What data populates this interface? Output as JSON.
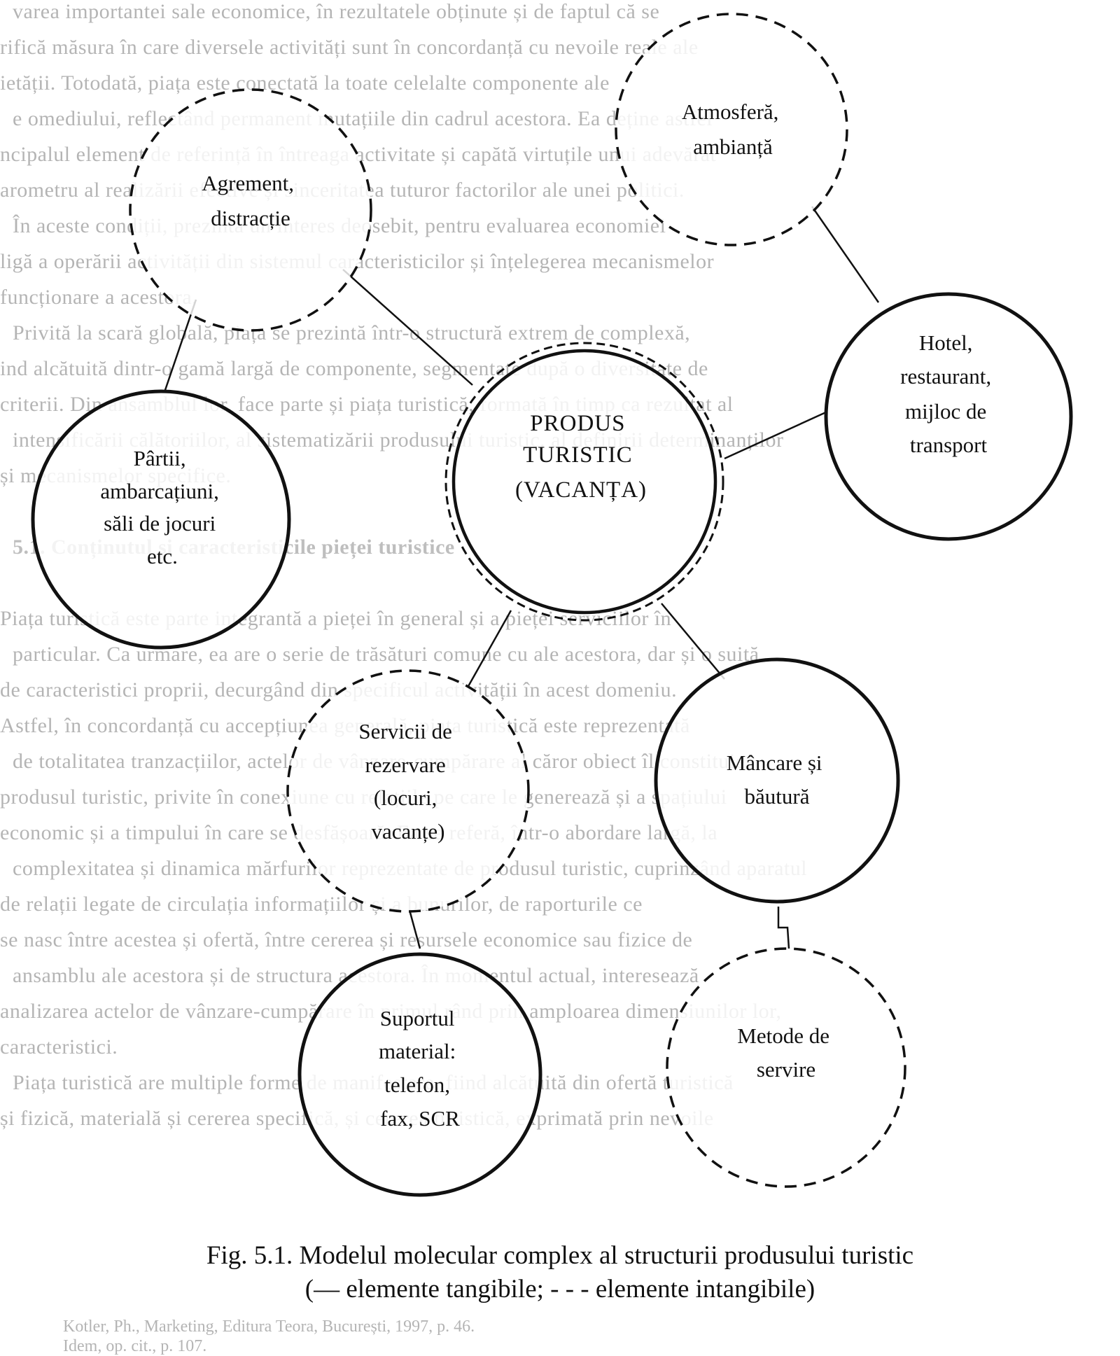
{
  "background_text": [
    "varea importantei sale economice, în rezultatele obținute și de faptul că se",
    "rifică măsura în care diversele activități sunt în concordanță cu nevoile reale ale",
    "ietății. Totodată, piața este conectată la toate celelalte componente ale",
    "e omediului, reflectând permanent mutațiile din cadrul acestora. Ea deține astfel",
    "ncipalul element de referință în întreaga activitate și capătă virtuțile unui adevărat",
    "arometru al realizării efective și sinceritatea tuturor factorilor ale unei politici.",
    "În aceste condiții, prezintă un interes deosebit, pentru evaluarea economiei",
    "ligă a operării activității din sistemul caracteristicilor și înțelegerea mecanismelor",
    "funcționare a acestora.",
    "Privită la scară globală, piața se prezintă într-o structură extrem de complexă,",
    "ind alcătuită dintr-o gamă largă de componente, segmentate după o diversitate de",
    "criterii. Din ansamblul lor, face parte și piața turistică, formată în timp ca rezultat al",
    "intensificării călătoriilor, al sistematizării produsului turistic, al definirii determinanților",
    "și mecanismelor specifice.",
    "",
    "5.1. Conținutul și caracteristicile pieței turistice",
    "",
    "Piața turistică este parte integrantă a pieței în general și a pieței serviciilor în",
    "particular. Ca urmare, ea are o serie de trăsături comune cu ale acestora, dar și o suită",
    "de caracteristici proprii, decurgând din specificul activității în acest domeniu.",
    "Astfel, în concordanță cu accepțiunea generală, piața turistică este reprezentată",
    "de totalitatea tranzacțiilor, actelor de vânzare-cumpărare al căror obiect îl constituie",
    "produsul turistic, privite în conexiune cu relațiile pe care le generează și a spațiului",
    "economic și a timpului în care se desfășoară. Ea se referă, într-o abordare largă, la",
    "complexitatea și dinamica mărfurilor reprezentate de produsul turistic, cuprinzând aparatul",
    "de relații legate de circulația informațiilor și a bunurilor, de raporturile ce",
    "se nasc între acestea și ofertă, între cererea și resursele economice sau fizice de",
    "ansamblu ale acestora și de structura acestora. În momentul actual, interesează",
    "analizarea actelor de vânzare-cumpărare în primul rând prin amploarea dimensiunilor lor,",
    "caracteristici.",
    "Piața turistică are multiple forme de manifestare, fiind alcătuită din ofertă turistică",
    "și fizică, materială și cererea specifică, și cererea turistică, exprimată prin nevoile"
  ],
  "diagram": {
    "center": [
      "PRODUS",
      "TURISTIC",
      "(VACANȚA)"
    ],
    "nodes": {
      "agrement": [
        "Agrement,",
        "distracție"
      ],
      "atmosfera": [
        "Atmosferă,",
        "ambianță"
      ],
      "partii": [
        "Pârtii,",
        "ambarcațiuni,",
        "săli de jocuri",
        "etc."
      ],
      "hotel": [
        "Hotel,",
        "restaurant,",
        "mijloc de",
        "transport"
      ],
      "servicii": [
        "Servicii de",
        "rezervare",
        "(locuri,",
        "vacanțe)"
      ],
      "mancare": [
        "Mâncare și",
        "băutură"
      ],
      "suport": [
        "Suportul",
        "material:",
        "telefon,",
        "fax, SCR"
      ],
      "metode": [
        "Metode de",
        "servire"
      ]
    }
  },
  "caption": {
    "line1": "Fig. 5.1. Modelul molecular complex al structurii produsului turistic",
    "line2": "(— elemente tangibile; - - - elemente intangibile)"
  },
  "footnotes": [
    "Kotler, Ph., Marketing, Editura Teora, București, 1997, p. 46.",
    "Idem, op. cit., p. 107."
  ]
}
